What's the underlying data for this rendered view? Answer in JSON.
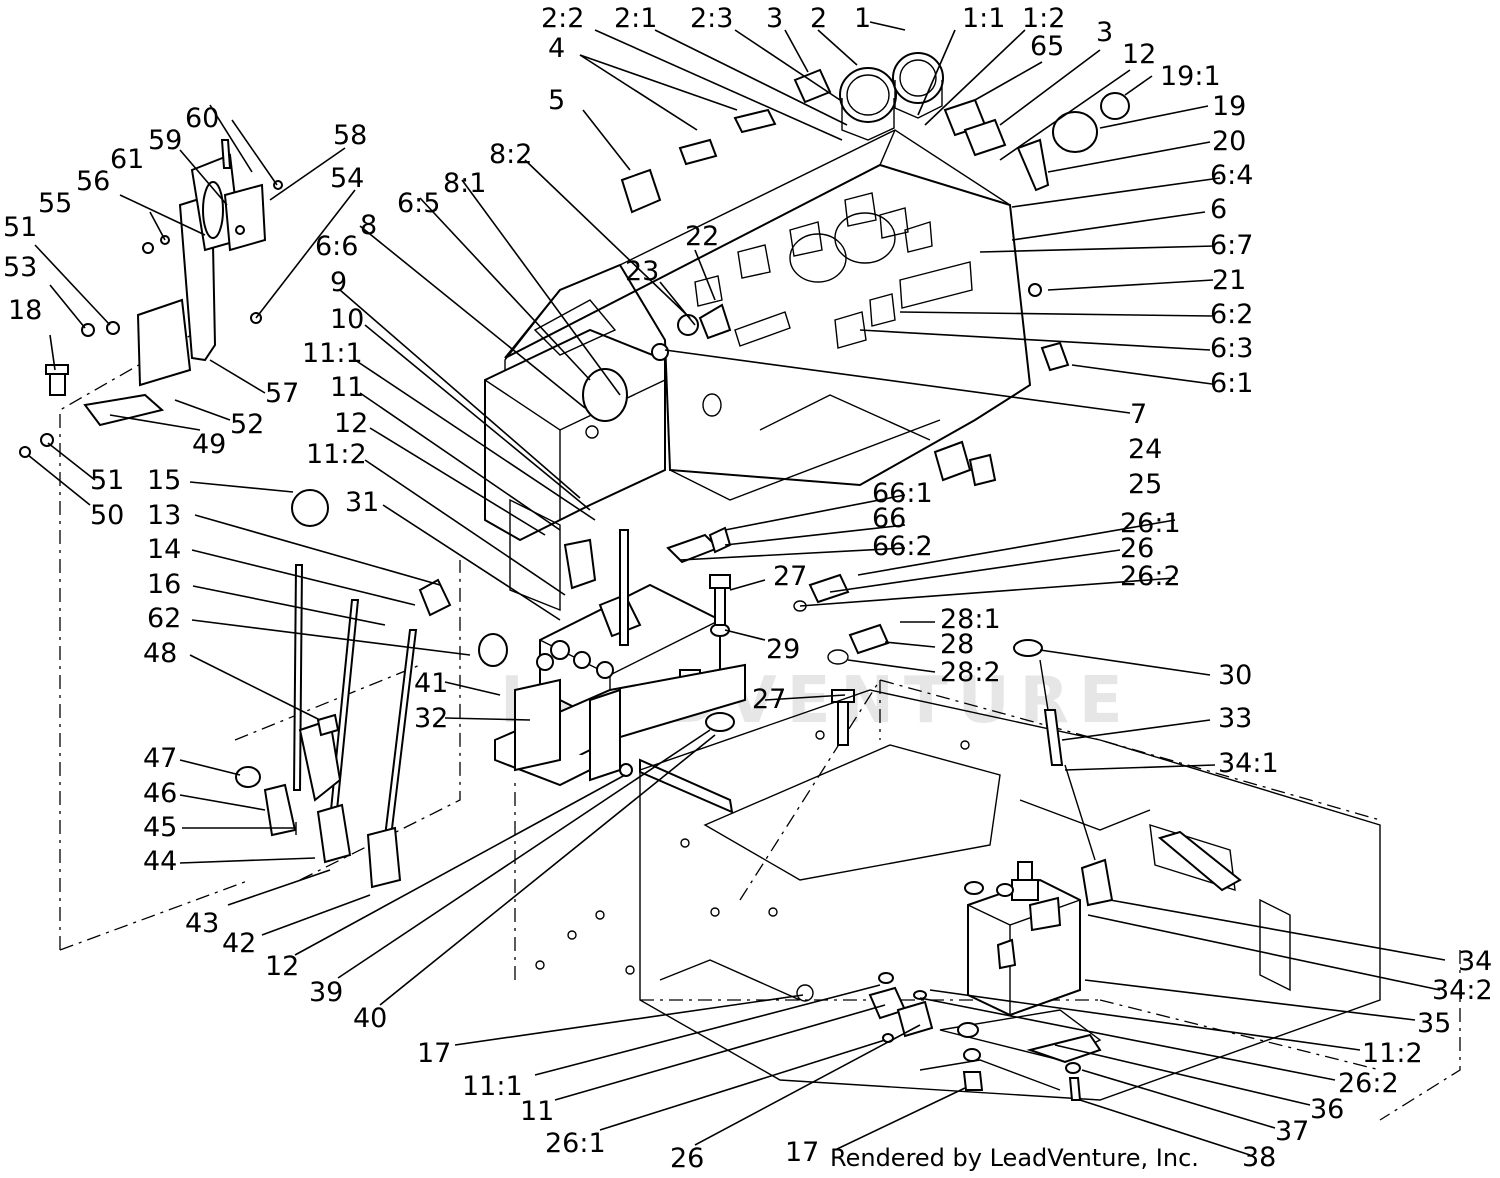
{
  "credit": "Rendered by LeadVenture, Inc.",
  "watermark": "LEADVENTURE",
  "callouts": [
    "1",
    "1:1",
    "1:2",
    "2",
    "2:1",
    "2:2",
    "2:3",
    "3",
    "3",
    "4",
    "5",
    "6",
    "6:1",
    "6:2",
    "6:3",
    "6:4",
    "6:5",
    "6:6",
    "6:7",
    "7",
    "8",
    "8:1",
    "8:2",
    "9",
    "10",
    "11",
    "11",
    "11:1",
    "11:1",
    "11:2",
    "11:2",
    "12",
    "12",
    "12",
    "12",
    "13",
    "14",
    "15",
    "16",
    "17",
    "17",
    "18",
    "19",
    "19:1",
    "20",
    "21",
    "22",
    "23",
    "24",
    "25",
    "26",
    "26",
    "26:1",
    "26:1",
    "26:2",
    "26:2",
    "27",
    "27",
    "28",
    "28:1",
    "28:2",
    "29",
    "30",
    "31",
    "32",
    "33",
    "34",
    "34:1",
    "34:2",
    "35",
    "36",
    "37",
    "38",
    "39",
    "40",
    "41",
    "42",
    "43",
    "44",
    "45",
    "46",
    "47",
    "48",
    "49",
    "50",
    "51",
    "51",
    "52",
    "53",
    "54",
    "55",
    "56",
    "57",
    "58",
    "59",
    "60",
    "61",
    "62",
    "65",
    "66",
    "66:1",
    "66:2"
  ]
}
